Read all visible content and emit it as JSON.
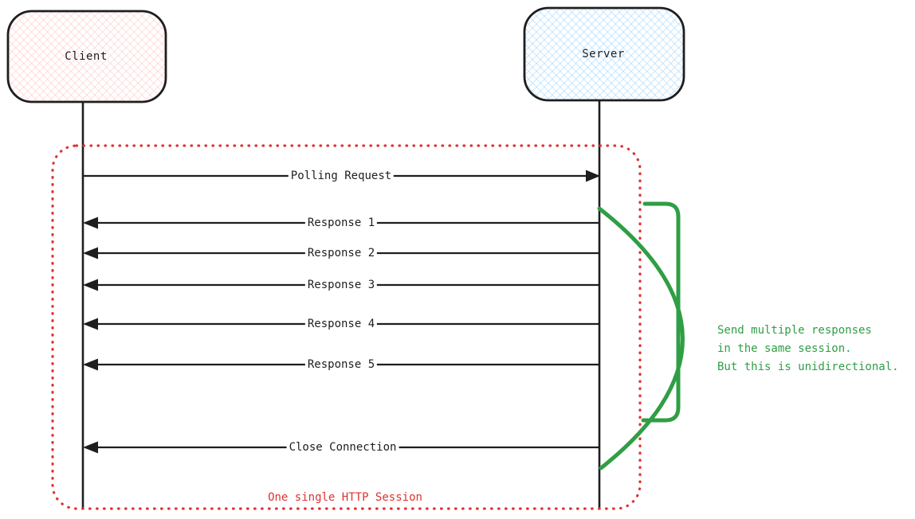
{
  "diagram": {
    "type": "sequence-diagram",
    "actors": [
      {
        "id": "client",
        "label": "Client",
        "fill_pattern": "pink-crosshatch",
        "fill_color": "#ffc9c9"
      },
      {
        "id": "server",
        "label": "Server",
        "fill_pattern": "blue-crosshatch",
        "fill_color": "#a5d8ff"
      }
    ],
    "messages": [
      {
        "label": "Polling Request",
        "from": "client",
        "to": "server"
      },
      {
        "label": "Response 1",
        "from": "server",
        "to": "client"
      },
      {
        "label": "Response 2",
        "from": "server",
        "to": "client"
      },
      {
        "label": "Response 3",
        "from": "server",
        "to": "client"
      },
      {
        "label": "Response 4",
        "from": "server",
        "to": "client"
      },
      {
        "label": "Response 5",
        "from": "server",
        "to": "client"
      },
      {
        "label": "Close Connection",
        "from": "server",
        "to": "client"
      }
    ],
    "session_box": {
      "label": "One single HTTP Session",
      "style": "red-dotted-rounded-rectangle"
    },
    "annotation": {
      "line1": "Send multiple responses",
      "line2": "in the same session.",
      "line3": "But this is unidirectional.",
      "shape": "green-bracket-and-arc"
    },
    "colors": {
      "stroke": "#1e1e1e",
      "red": "#e03131",
      "green": "#2f9e44",
      "pink_fill": "#ffc9c9",
      "blue_fill": "#a5d8ff",
      "background": "#ffffff"
    }
  }
}
